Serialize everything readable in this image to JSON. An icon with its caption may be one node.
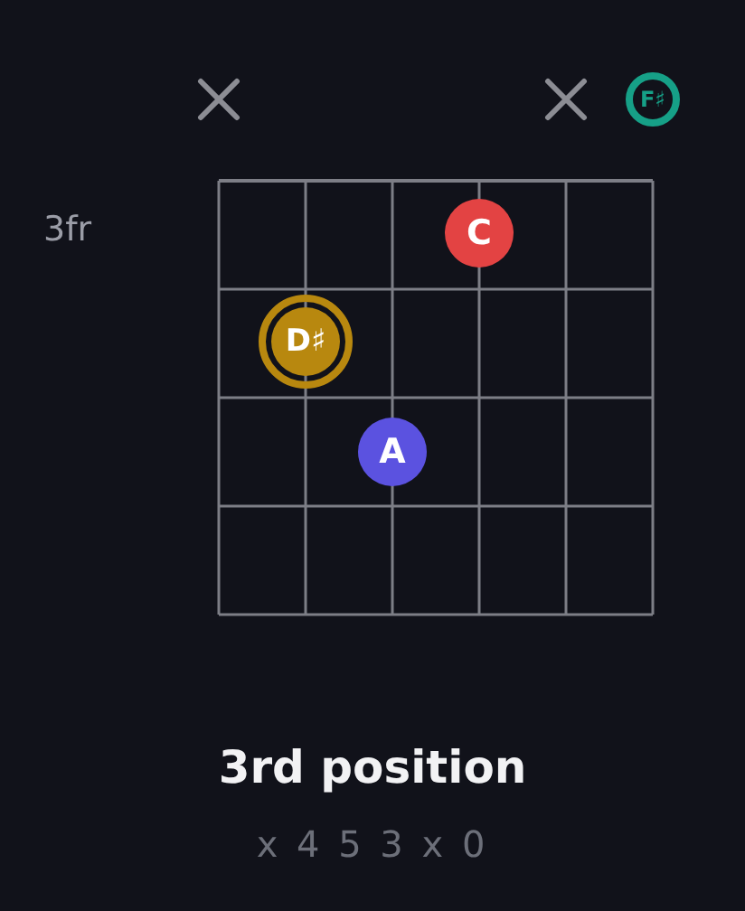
{
  "diagram": {
    "title": "3rd position",
    "nodes": [
      {
        "text": [
          "F♯"
        ]
      },
      {
        "text": [
          "C"
        ]
      },
      {
        "text": [
          "D♯"
        ]
      },
      {
        "text": [
          "A"
        ]
      }
    ],
    "labels": [
      "3fr",
      "x 4 5 3 x 0"
    ]
  }
}
